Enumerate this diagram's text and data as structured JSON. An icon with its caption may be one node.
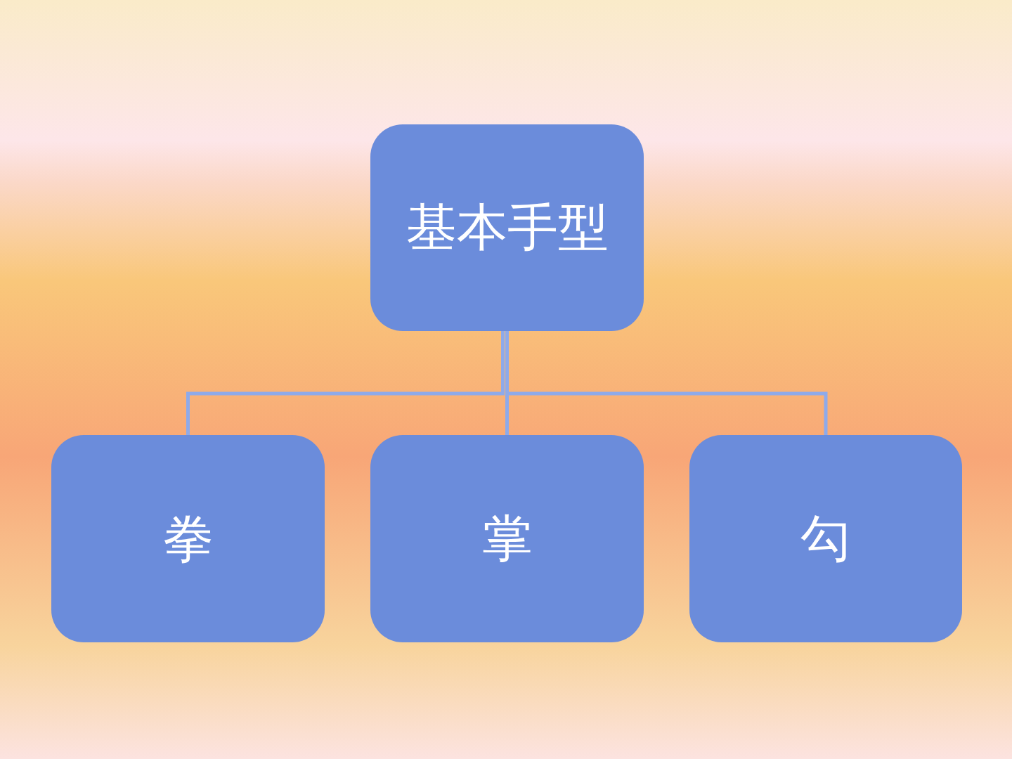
{
  "diagram": {
    "nodes": [
      {
        "text": [
          "基本手型"
        ]
      },
      {
        "text": [
          "拳"
        ]
      },
      {
        "text": [
          "掌"
        ]
      },
      {
        "text": [
          "勾"
        ]
      }
    ],
    "edges": [
      {
        "from": 0,
        "to": 1,
        "arrow": "none"
      },
      {
        "from": 0,
        "to": 2,
        "arrow": "none"
      },
      {
        "from": 0,
        "to": 3,
        "arrow": "none"
      }
    ]
  }
}
